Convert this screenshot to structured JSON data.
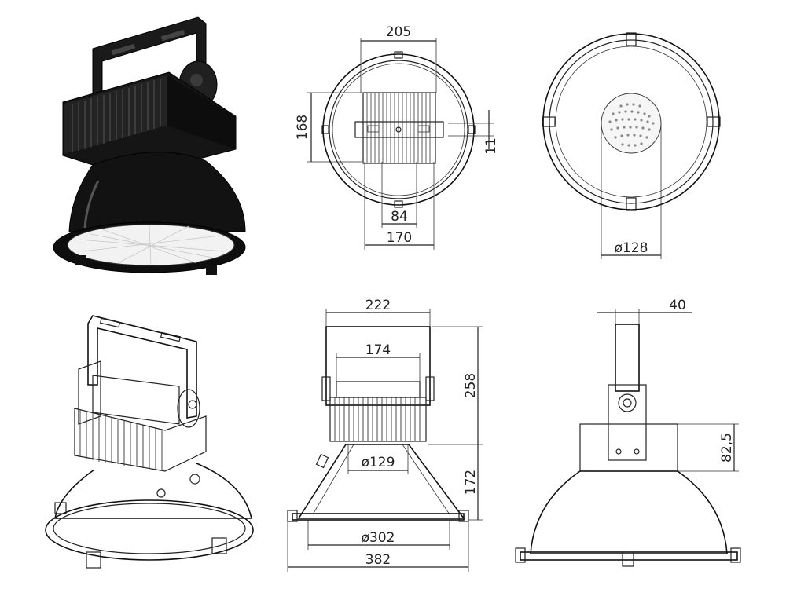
{
  "dimensions": {
    "top_width": "205",
    "top_height": "168",
    "top_bracket_gap": "11",
    "top_inner": "84",
    "top_outer": "170",
    "led_diameter": "ø128",
    "front_bracket_width": "222",
    "front_heatsink_width": "174",
    "front_upper_height": "258",
    "front_lower_height": "172",
    "front_neck_diameter": "ø129",
    "front_rim_diameter": "ø302",
    "front_total_width": "382",
    "side_bracket_width": "40",
    "side_housing_height": "82,5"
  },
  "colors": {
    "housing_black": "#141414",
    "reflector_white": "#f2f2f2",
    "line": "#222222"
  }
}
